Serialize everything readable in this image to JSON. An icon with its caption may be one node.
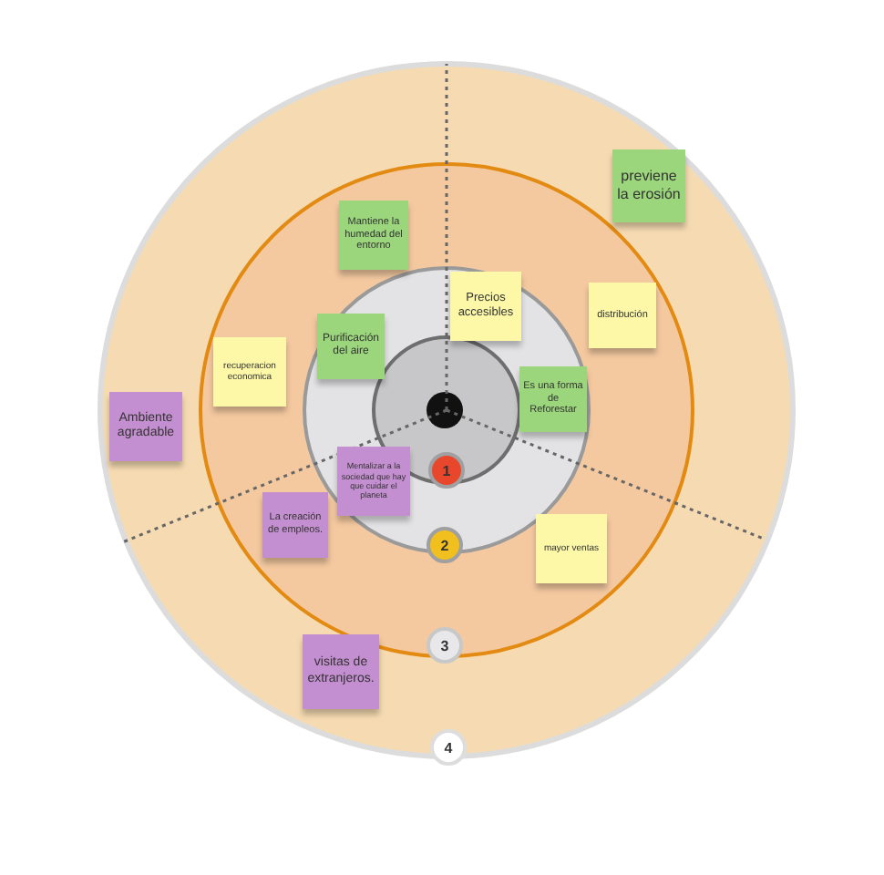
{
  "diagram": {
    "nodes": [
      {
        "text": [
          "previene la erosión"
        ]
      },
      {
        "text": [
          "Mantiene la humedad del entorno"
        ]
      },
      {
        "text": [
          "Precios accesibles"
        ]
      },
      {
        "text": [
          "distribución"
        ]
      },
      {
        "text": [
          "Purificación del aire"
        ]
      },
      {
        "text": [
          "recuperacion economica"
        ]
      },
      {
        "text": [
          "Es una forma de Reforestar"
        ]
      },
      {
        "text": [
          "Ambiente agradable"
        ]
      },
      {
        "text": [
          "Mentalizar a la sociedad que hay que cuidar el planeta"
        ]
      },
      {
        "text": [
          "1"
        ]
      },
      {
        "text": [
          "La creación de empleos."
        ]
      },
      {
        "text": [
          "mayor ventas"
        ]
      },
      {
        "text": [
          "2"
        ]
      },
      {
        "text": [
          "3"
        ]
      },
      {
        "text": [
          "visitas de extranjeros."
        ]
      },
      {
        "text": [
          "4"
        ]
      }
    ]
  }
}
